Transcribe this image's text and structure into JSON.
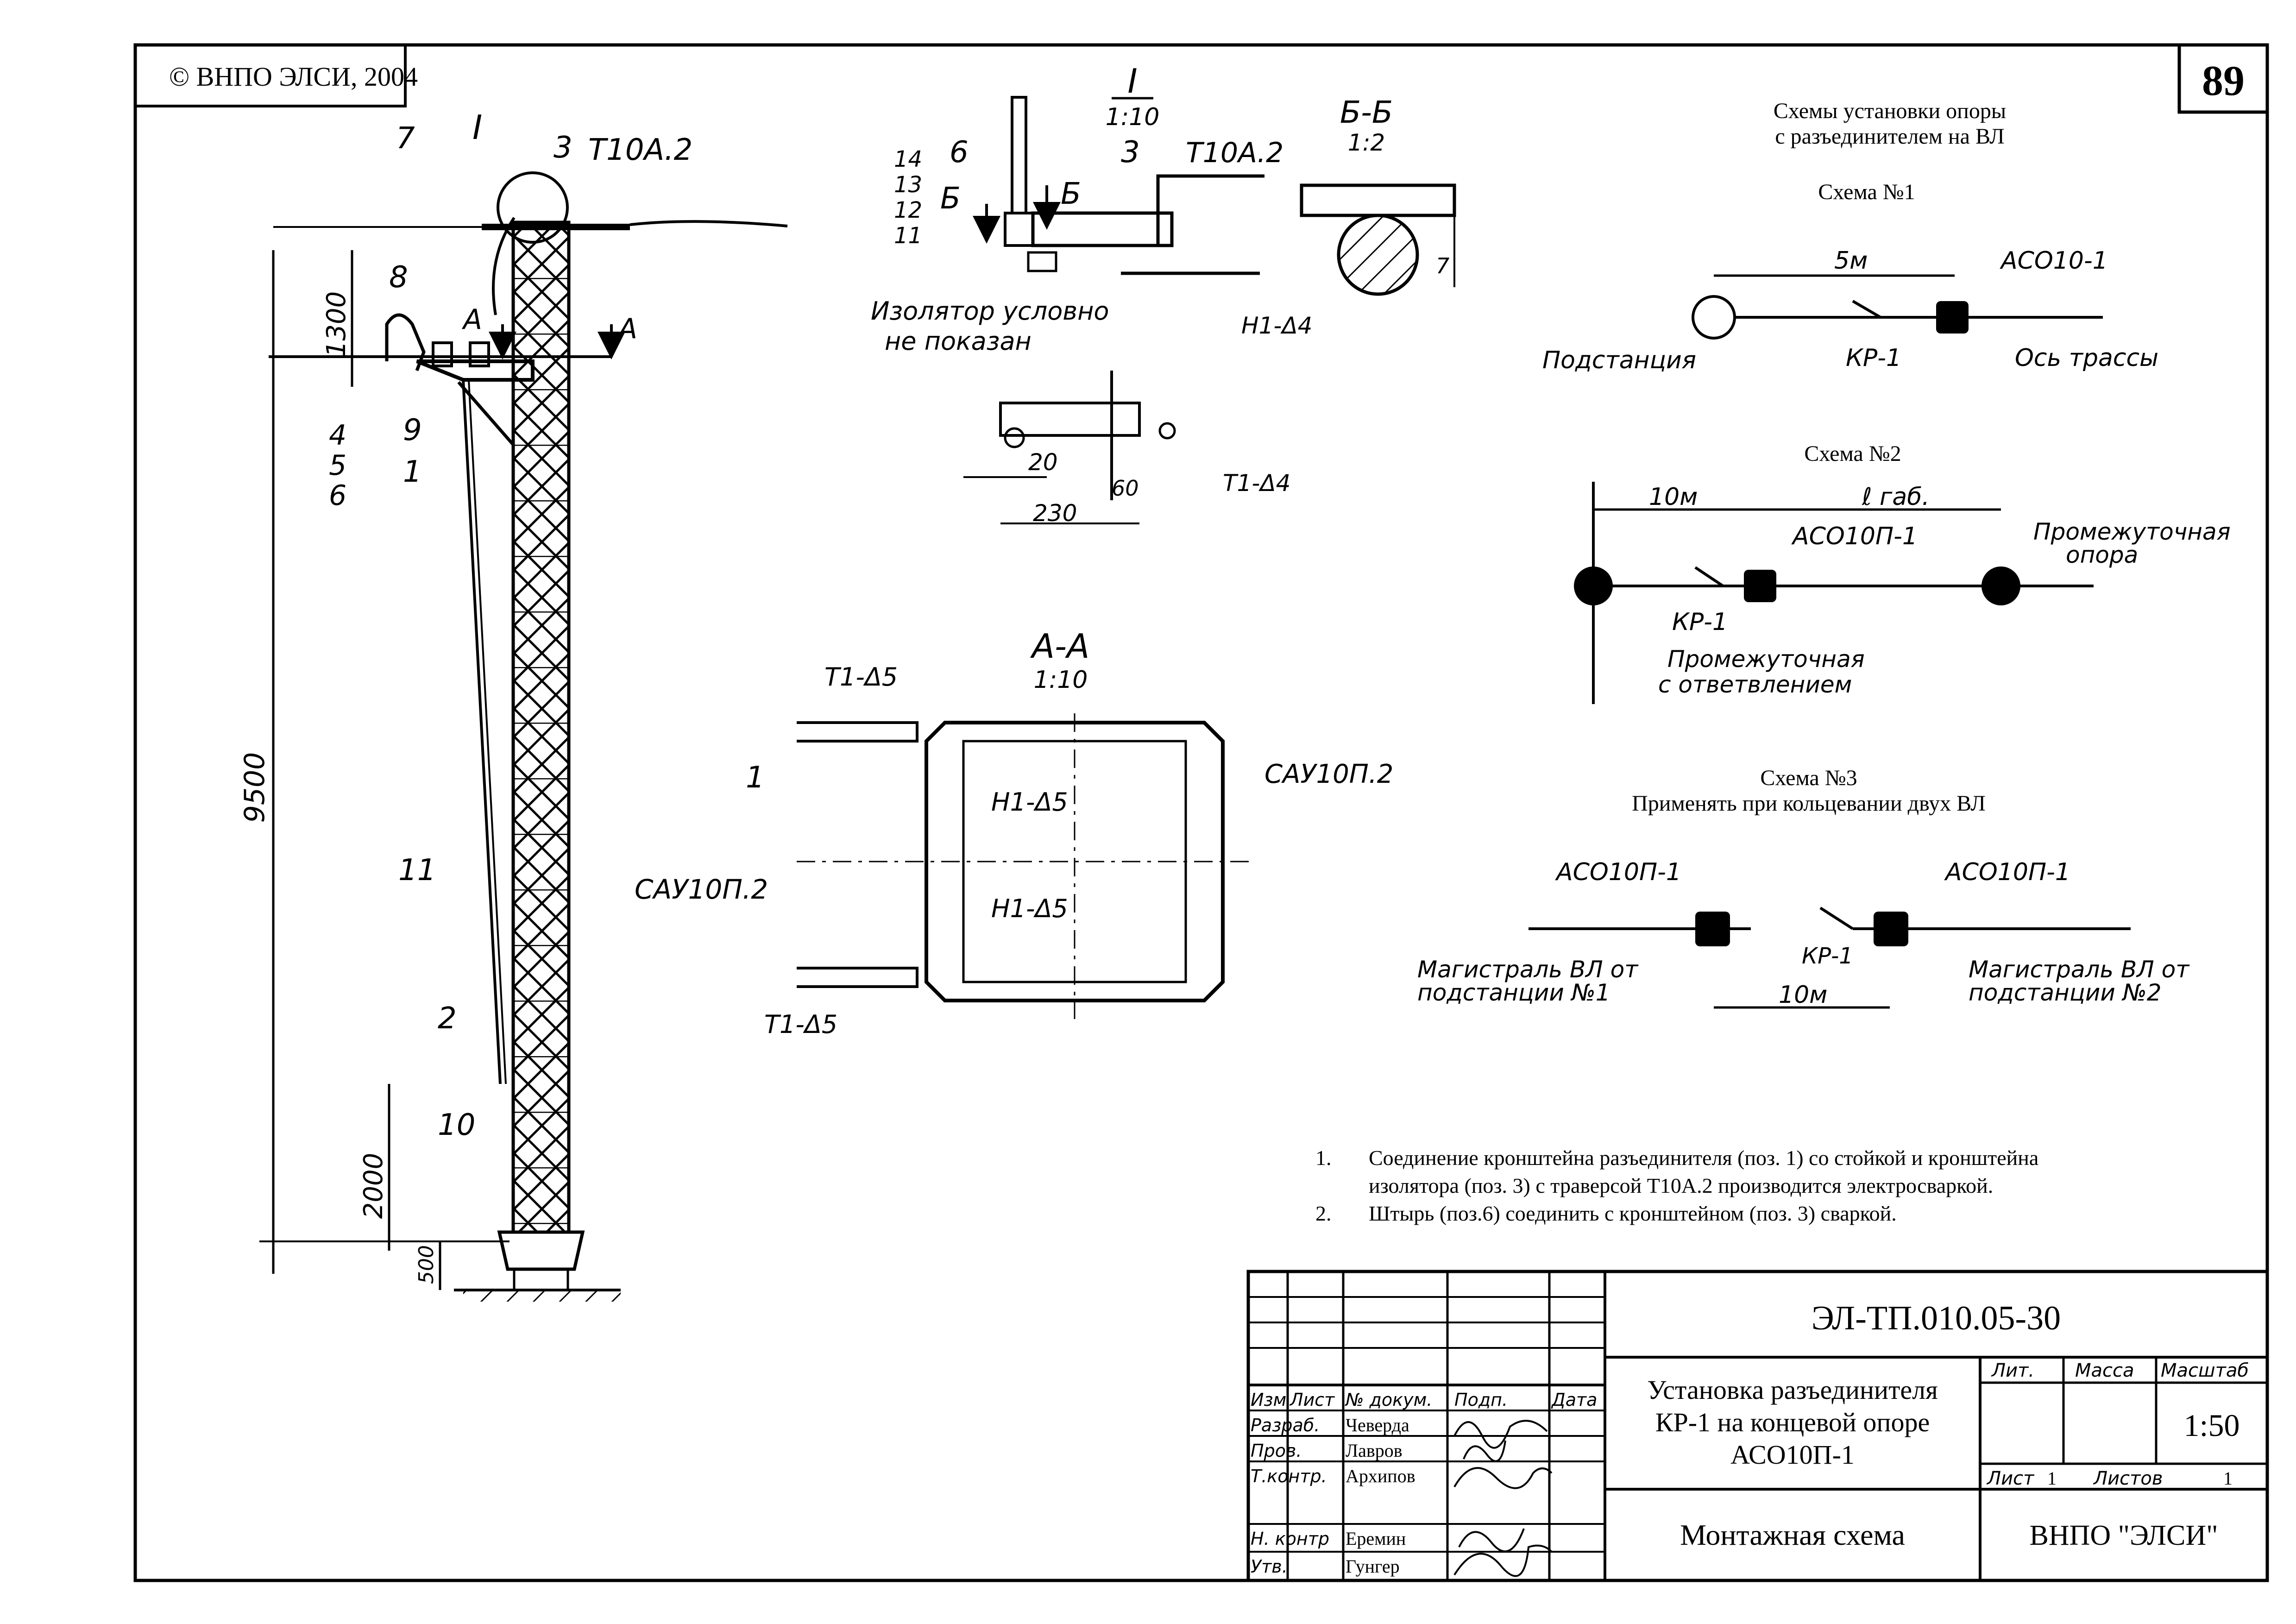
{
  "copyright": "© ВНПО ЭЛСИ, 2004",
  "sheet_number": "89",
  "tower": {
    "callouts": [
      "7",
      "I",
      "3",
      "Т10А.2",
      "8",
      "А",
      "А",
      "4",
      "5",
      "6",
      "9",
      "1",
      "11",
      "САУ10П.2",
      "2",
      "10"
    ],
    "dims": [
      "1300",
      "9500",
      "2000",
      "500"
    ]
  },
  "view_I": {
    "title": "I",
    "scale": "1:10",
    "labels": [
      "14",
      "13",
      "12",
      "11",
      "6",
      "Б",
      "Б",
      "3",
      "Т10А.2"
    ],
    "note_line1": "Изолятор условно",
    "note_line2": "не показан",
    "weld_labels": [
      "Н1-Δ4",
      "Т1-Δ4"
    ],
    "dims": [
      "20",
      "60",
      "230"
    ]
  },
  "view_BB": {
    "title": "Б-Б",
    "scale": "1:2",
    "dim": "7"
  },
  "view_AA": {
    "title": "А-А",
    "scale": "1:10",
    "labels": [
      "Т1-Δ5",
      "1",
      "Н1-Δ5",
      "САУ10П.2",
      "Н1-Δ5",
      "Т1-Δ5"
    ]
  },
  "schemes": {
    "title_line1": "Схемы установки опоры",
    "title_line2": "с разъединителем на ВЛ",
    "s1": {
      "title": "Схема №1",
      "dist": "5м",
      "device": "АСО10-1",
      "substation": "Подстанция",
      "switch": "КР-1",
      "axis": "Ось трассы"
    },
    "s2": {
      "title": "Схема №2",
      "dist": "10м",
      "dist2": "ℓ габ.",
      "device": "АСО10П-1",
      "right_l1": "Промежуточная",
      "right_l2": "опора",
      "switch": "КР-1",
      "left_l1": "Промежуточная",
      "left_l2": "с ответвлением"
    },
    "s3": {
      "title": "Схема №3",
      "subtitle": "Применять при кольцевании двух ВЛ",
      "device_left": "АСО10П-1",
      "device_right": "АСО10П-1",
      "switch": "КР-1",
      "dist": "10м",
      "left_l1": "Магистраль ВЛ от",
      "left_l2": "подстанции №1",
      "right_l1": "Магистраль ВЛ от",
      "right_l2": "подстанции №2"
    }
  },
  "notes": [
    {
      "num": "1.",
      "line1": "Соединение кронштейна разъединителя  (поз. 1) со стойкой и кронштейна",
      "line2": "изолятора (поз. 3) с траверсой Т10А.2 производится  электросваркой."
    },
    {
      "num": "2.",
      "line1": "Штырь (поз.6) соединить с кронштейном (поз. 3) сваркой.",
      "line2": ""
    }
  ],
  "title_block": {
    "code": "ЭЛ-ТП.010.05-30",
    "title_l1": "Установка разъединителя",
    "title_l2": "КР-1 на концевой опоре",
    "title_l3": "АСО10П-1",
    "doc_type": "Монтажная схема",
    "org": "ВНПО \"ЭЛСИ\"",
    "col_headers": [
      "Изм",
      "Лист",
      "№ докум.",
      "Подп.",
      "Дата"
    ],
    "roles": [
      {
        "role": "Разраб.",
        "name": "Чеверда"
      },
      {
        "role": "Пров.",
        "name": "Лавров"
      },
      {
        "role": "Т.контр.",
        "name": "Архипов"
      },
      {
        "role": "Н. контр",
        "name": "Еремин"
      },
      {
        "role": "Утв.",
        "name": "Гунгер"
      }
    ],
    "lit_label": "Лит.",
    "mass_label": "Масса",
    "scale_label": "Масштаб",
    "scale": "1:50",
    "sheet_label": "Лист",
    "sheet_value": "1",
    "sheets_label": "Листов",
    "sheets_value": "1"
  }
}
